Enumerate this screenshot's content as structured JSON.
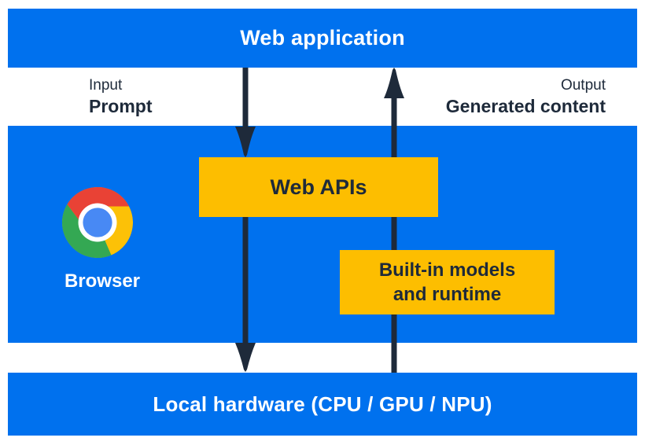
{
  "colors": {
    "blue": "#0071EE",
    "yellow": "#FDBE00",
    "navy": "#1E2A3A",
    "white": "#FFFFFF",
    "chrome_red": "#E94235",
    "chrome_yellow": "#FCC107",
    "chrome_green": "#34A853",
    "chrome_blue": "#4889F4"
  },
  "top_bar": {
    "label": "Web application"
  },
  "flow_labels": {
    "input_title": "Input",
    "input_subtitle": "Prompt",
    "output_title": "Output",
    "output_subtitle": "Generated content"
  },
  "browser_panel": {
    "browser_label": "Browser",
    "web_apis_label": "Web APIs",
    "builtin_models_line1": "Built-in models",
    "builtin_models_line2": "and runtime",
    "chrome_icon": "chrome-logo-icon"
  },
  "bottom_bar": {
    "label": "Local hardware (CPU / GPU / NPU)"
  }
}
